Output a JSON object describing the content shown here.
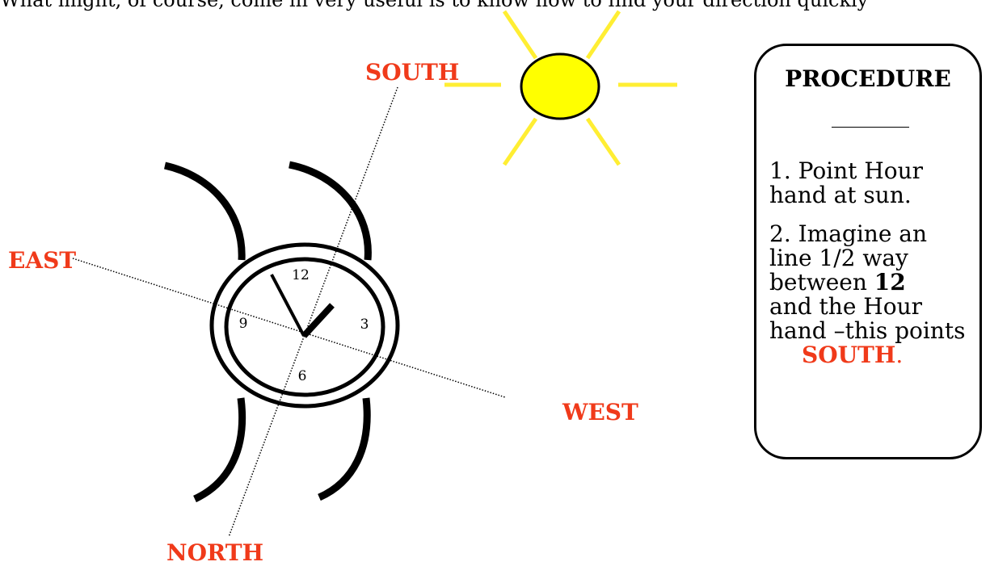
{
  "top_text": "What might, of course, come in very useful is to know how to find your direction quickly",
  "labels": {
    "south": "SOUTH",
    "east": "EAST",
    "west": "WEST",
    "north": "NORTH"
  },
  "clock": {
    "numeral_12": "12",
    "numeral_3": "3",
    "numeral_6": "6",
    "numeral_9": "9"
  },
  "procedure": {
    "title": "PROCEDURE",
    "step1_line1": "1.  Point Hour",
    "step1_line2": "hand at sun.",
    "step2_line1": "2.  Imagine an",
    "step2_line2": "line 1/2 way",
    "step2_line3_prefix": "between ",
    "step2_line3_bold": "12",
    "step2_line4": "and the Hour",
    "step2_line5": "hand –this points",
    "step2_line6_red": "SOUTH",
    "step2_line6_dot": "."
  },
  "colors": {
    "label_red": "#f03a1a",
    "sun_fill": "#ffff00",
    "sun_ray": "#ffee33"
  }
}
